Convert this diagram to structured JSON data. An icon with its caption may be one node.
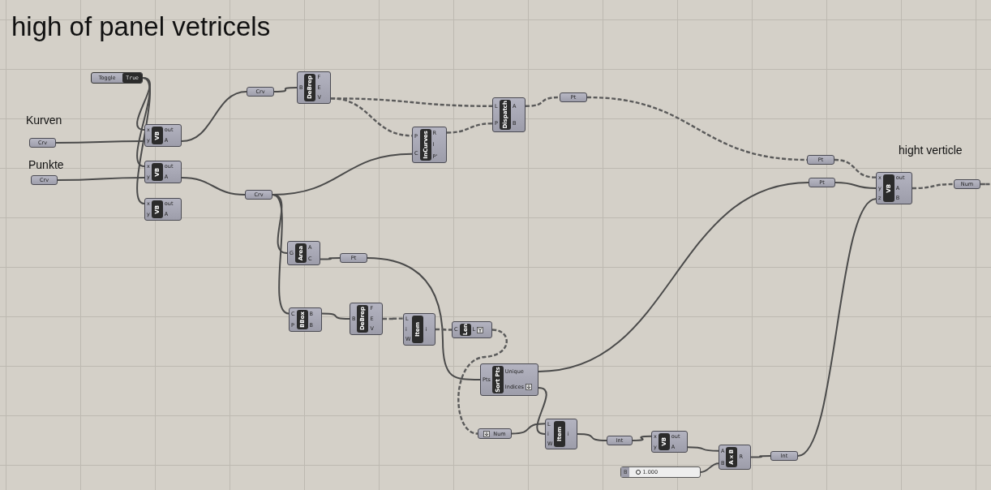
{
  "diagram": {
    "title": "high of panel vetricels",
    "nodes": [
      {
        "text": [
          "Toggle",
          "True"
        ]
      },
      {
        "text": [
          "Crv"
        ]
      },
      {
        "text": [
          "DeBrep",
          "B",
          "F",
          "E",
          "V"
        ]
      },
      {
        "text": [
          "Pt"
        ]
      },
      {
        "text": [
          "Dispatch",
          "L",
          "P",
          "A",
          "B"
        ]
      },
      {
        "text": [
          "Crv"
        ]
      },
      {
        "text": [
          "VB",
          "x",
          "y",
          "out",
          "A"
        ]
      },
      {
        "text": [
          "InCurves",
          "P",
          "C",
          "R",
          "I",
          "P'"
        ]
      },
      {
        "text": [
          "Pt"
        ]
      },
      {
        "text": [
          "Crv"
        ]
      },
      {
        "text": [
          "VB",
          "x",
          "y",
          "out",
          "A"
        ]
      },
      {
        "text": [
          "VB",
          "x",
          "y",
          "z",
          "out",
          "A",
          "B"
        ]
      },
      {
        "text": [
          "Pt"
        ]
      },
      {
        "text": [
          "Num"
        ]
      },
      {
        "text": [
          "Crv"
        ]
      },
      {
        "text": [
          "VB",
          "x",
          "y",
          "out",
          "A"
        ]
      },
      {
        "text": [
          "Area",
          "G",
          "A",
          "C"
        ]
      },
      {
        "text": [
          "Pt"
        ]
      },
      {
        "text": [
          "BBox",
          "C",
          "P",
          "B",
          "B"
        ]
      },
      {
        "text": [
          "DeBrep",
          "B",
          "F",
          "E",
          "V"
        ]
      },
      {
        "text": [
          "Item",
          "L",
          "i",
          "W",
          "i"
        ]
      },
      {
        "text": [
          "Len",
          "C",
          "L"
        ]
      },
      {
        "text": [
          "Sort Pts",
          "Pts",
          "Unique",
          "Indices"
        ]
      },
      {
        "text": [
          "Num"
        ]
      },
      {
        "text": [
          "Item",
          "L",
          "i",
          "W",
          "i"
        ]
      },
      {
        "text": [
          "Int"
        ]
      },
      {
        "text": [
          "VB",
          "x",
          "y",
          "out",
          "A"
        ]
      },
      {
        "text": [
          "A×B",
          "A",
          "B",
          "R"
        ]
      },
      {
        "text": [
          "Int"
        ]
      },
      {
        "text": [
          "B",
          "1.000"
        ]
      }
    ],
    "edges": [
      {
        "from": 0,
        "to": 6,
        "arrow": "none"
      },
      {
        "from": 0,
        "to": 10,
        "arrow": "none"
      },
      {
        "from": 0,
        "to": 15,
        "arrow": "none"
      },
      {
        "from": 5,
        "to": 6,
        "arrow": "none"
      },
      {
        "from": 9,
        "to": 10,
        "arrow": "none"
      },
      {
        "from": 6,
        "to": 1,
        "arrow": "none"
      },
      {
        "from": 1,
        "to": 2,
        "arrow": "none"
      },
      {
        "from": 2,
        "to": 4,
        "arrow": "none",
        "style": "dashed"
      },
      {
        "from": 2,
        "to": 7,
        "arrow": "none",
        "style": "dashed"
      },
      {
        "from": 7,
        "to": 4,
        "arrow": "none",
        "style": "dashed"
      },
      {
        "from": 4,
        "to": 3,
        "arrow": "none",
        "style": "dashed"
      },
      {
        "from": 3,
        "to": 8,
        "arrow": "none",
        "style": "dashed"
      },
      {
        "from": 8,
        "to": 11,
        "arrow": "none",
        "style": "dashed"
      },
      {
        "from": 11,
        "to": 13,
        "arrow": "none",
        "style": "dashed"
      },
      {
        "from": 13,
        "to": null,
        "arrow": "none",
        "style": "dashed"
      },
      {
        "from": 10,
        "to": 14,
        "arrow": "none"
      },
      {
        "from": 14,
        "to": 7,
        "arrow": "none"
      },
      {
        "from": 14,
        "to": 16,
        "arrow": "none"
      },
      {
        "from": 14,
        "to": 18,
        "arrow": "none"
      },
      {
        "from": 16,
        "to": 17,
        "arrow": "none"
      },
      {
        "from": 17,
        "to": 22,
        "arrow": "none"
      },
      {
        "from": 18,
        "to": 19,
        "arrow": "none"
      },
      {
        "from": 19,
        "to": 20,
        "arrow": "none",
        "style": "dashed"
      },
      {
        "from": 20,
        "to": 21,
        "arrow": "none",
        "style": "dashed"
      },
      {
        "from": 21,
        "to": 23,
        "arrow": "none",
        "style": "dashed"
      },
      {
        "from": 22,
        "to": 12,
        "arrow": "none"
      },
      {
        "from": 12,
        "to": 11,
        "arrow": "none"
      },
      {
        "from": 22,
        "to": 24,
        "arrow": "none"
      },
      {
        "from": 23,
        "to": 24,
        "arrow": "none"
      },
      {
        "from": 24,
        "to": 25,
        "arrow": "none"
      },
      {
        "from": 25,
        "to": 26,
        "arrow": "none"
      },
      {
        "from": 26,
        "to": 27,
        "arrow": "none"
      },
      {
        "from": 29,
        "to": 27,
        "arrow": "none"
      },
      {
        "from": 27,
        "to": 28,
        "arrow": "none"
      },
      {
        "from": 28,
        "to": 11,
        "arrow": "none"
      }
    ],
    "labels": [
      "Kurven",
      "Punkte",
      "hight verticle"
    ]
  }
}
